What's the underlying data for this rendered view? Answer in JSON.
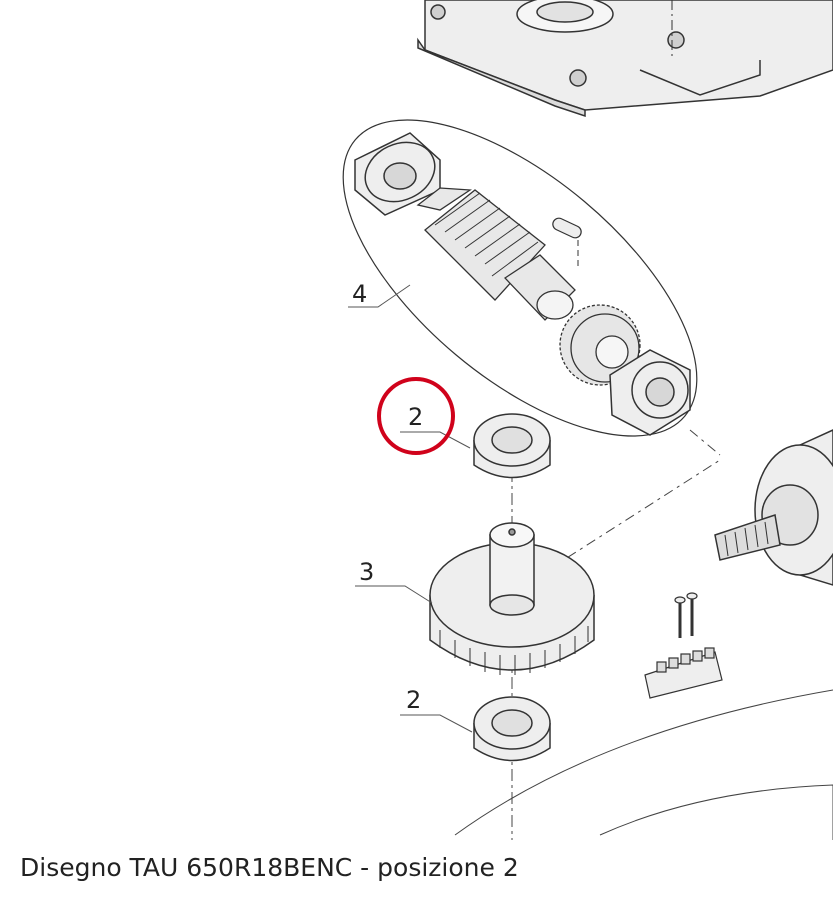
{
  "caption": "Disegno TAU 650R18BENC - posizione 2",
  "labels": {
    "part_4": "4",
    "part_2_top": "2",
    "part_3": "3",
    "part_2_bottom": "2"
  },
  "highlighted_part": "2",
  "colors": {
    "highlight_circle": "#d0021b",
    "line": "#333333",
    "part_fill": "#eeeeee"
  }
}
